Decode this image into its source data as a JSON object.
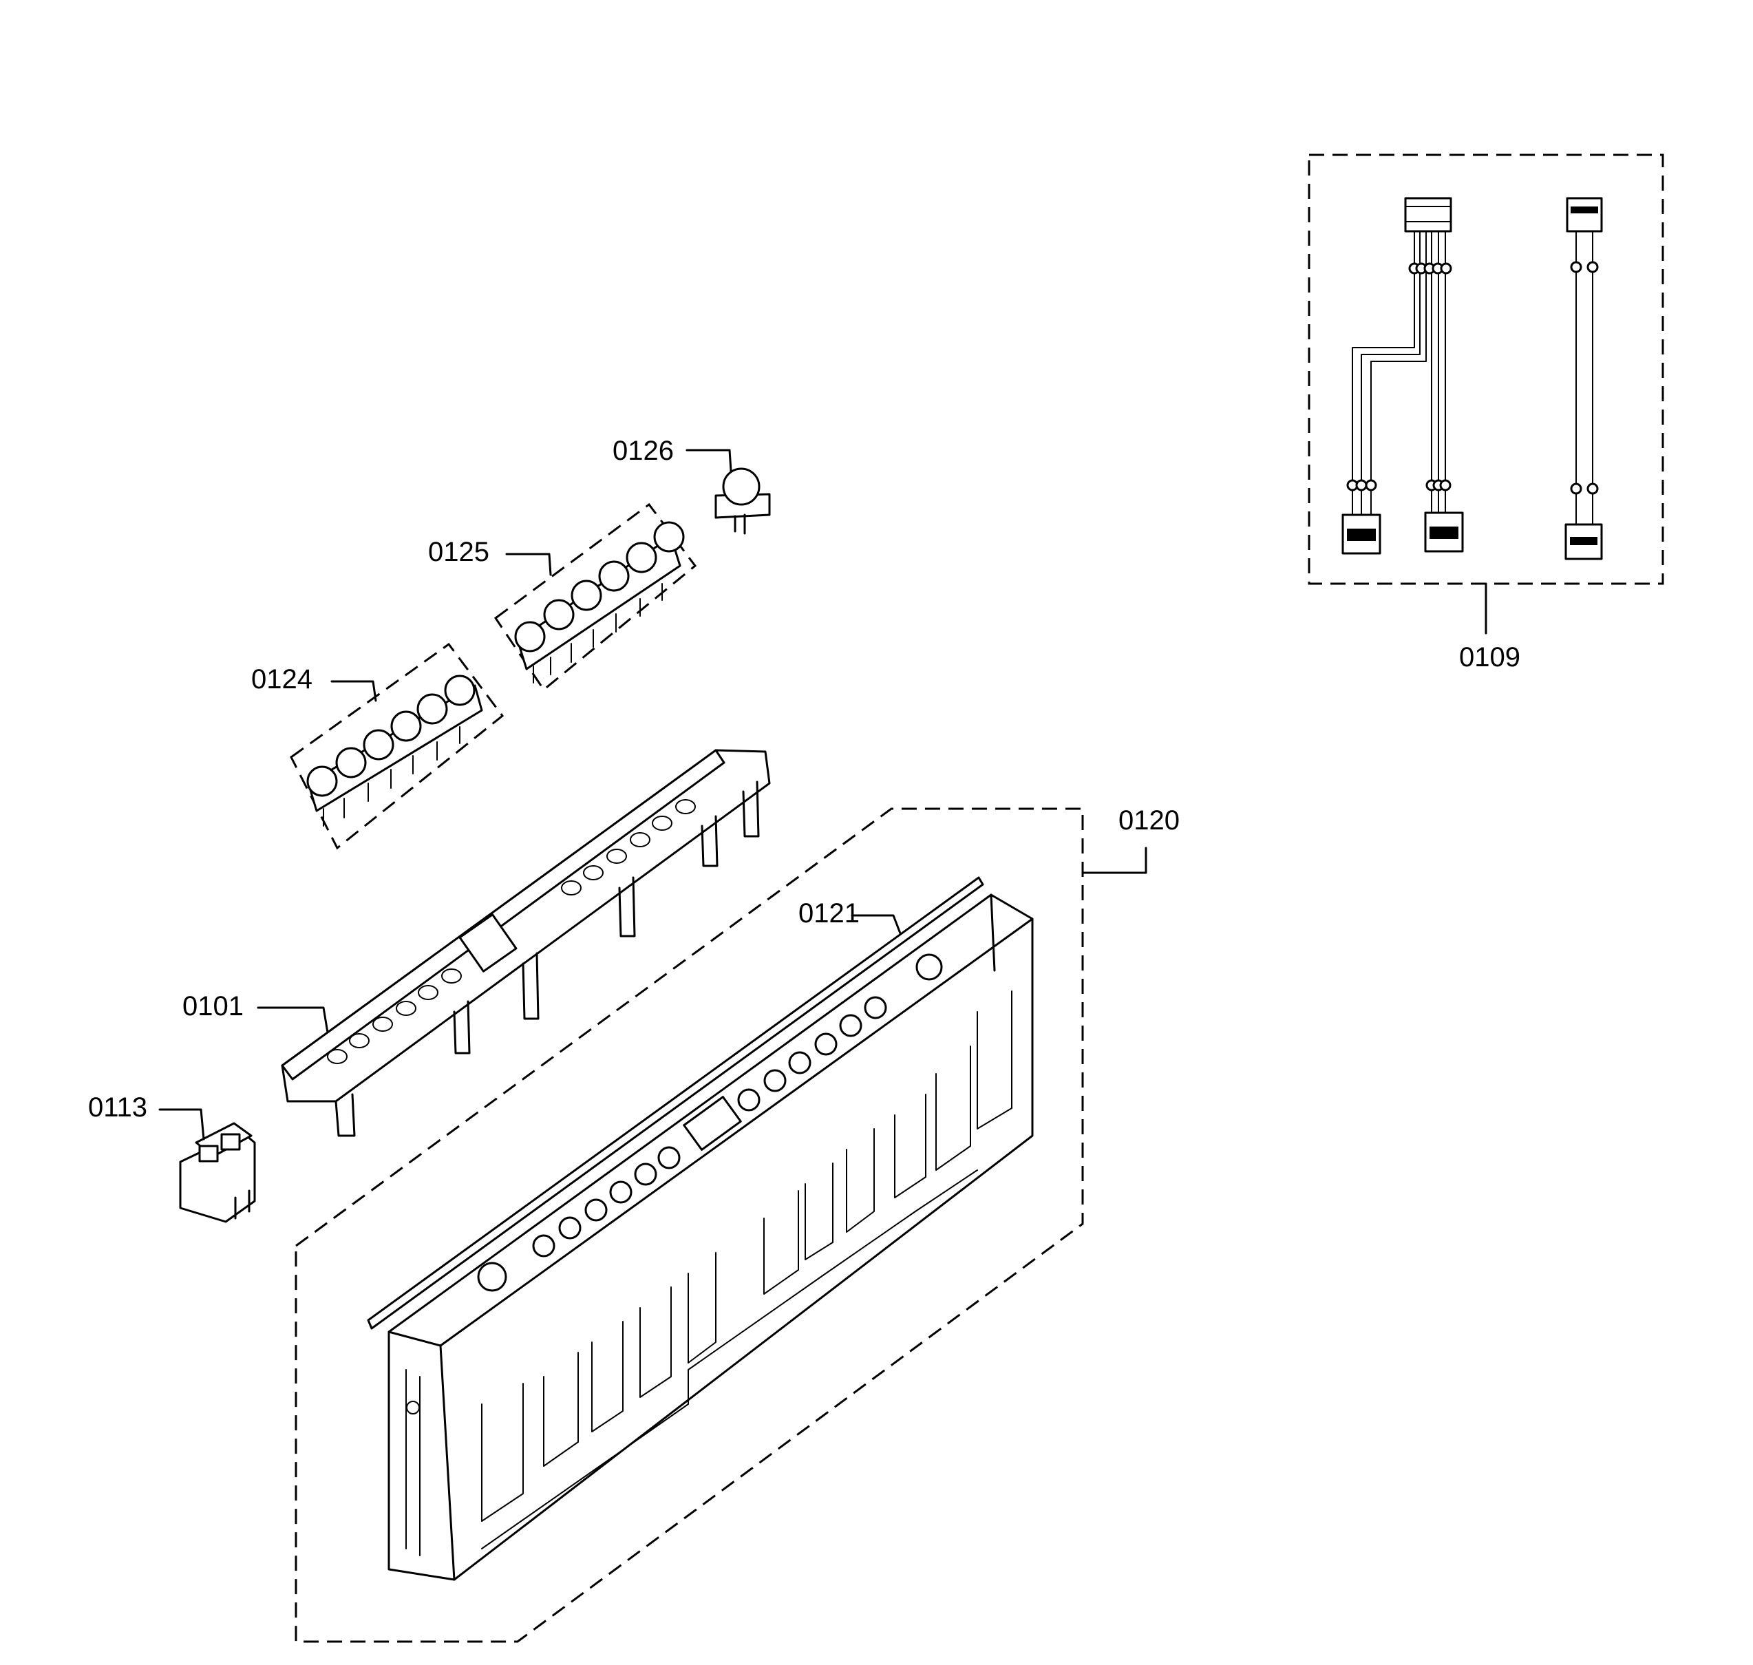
{
  "parts": {
    "p0101": "0101",
    "p0109": "0109",
    "p0113": "0113",
    "p0120": "0120",
    "p0121": "0121",
    "p0124": "0124",
    "p0125": "0125",
    "p0126": "0126"
  }
}
